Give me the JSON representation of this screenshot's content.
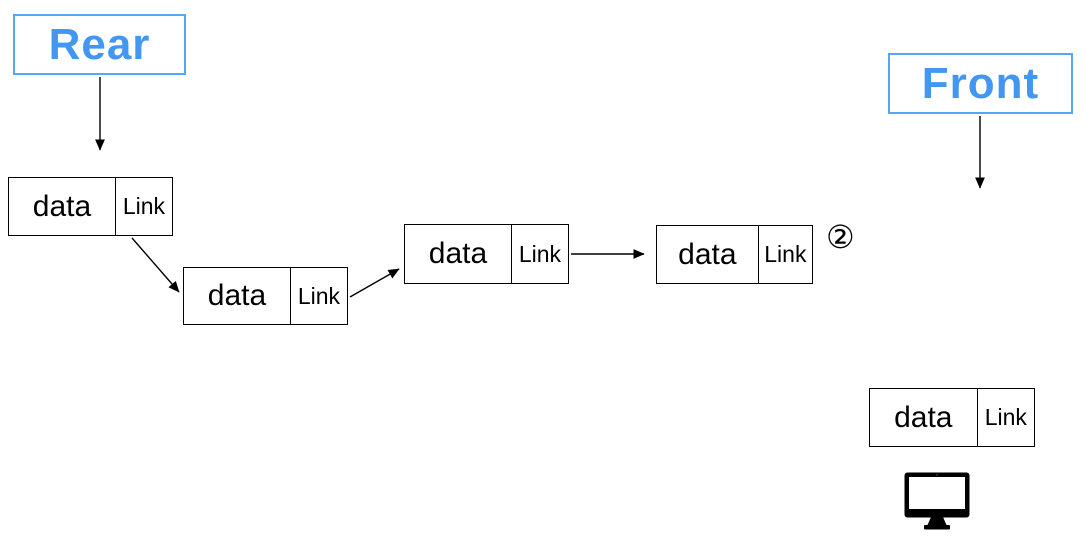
{
  "diagram": {
    "labels": {
      "rear": "Rear",
      "front": "Front"
    },
    "annotation": "②",
    "nodes": [
      {
        "data": "data",
        "link": "Link"
      },
      {
        "data": "data",
        "link": "Link"
      },
      {
        "data": "data",
        "link": "Link"
      },
      {
        "data": "data",
        "link": "Link"
      },
      {
        "data": "data",
        "link": "Link"
      }
    ],
    "icons": {
      "monitor": "monitor-icon"
    },
    "colors": {
      "label_text": "#4297f2",
      "label_border": "#54a7f0",
      "line": "#000000",
      "background": "#ffffff"
    }
  }
}
